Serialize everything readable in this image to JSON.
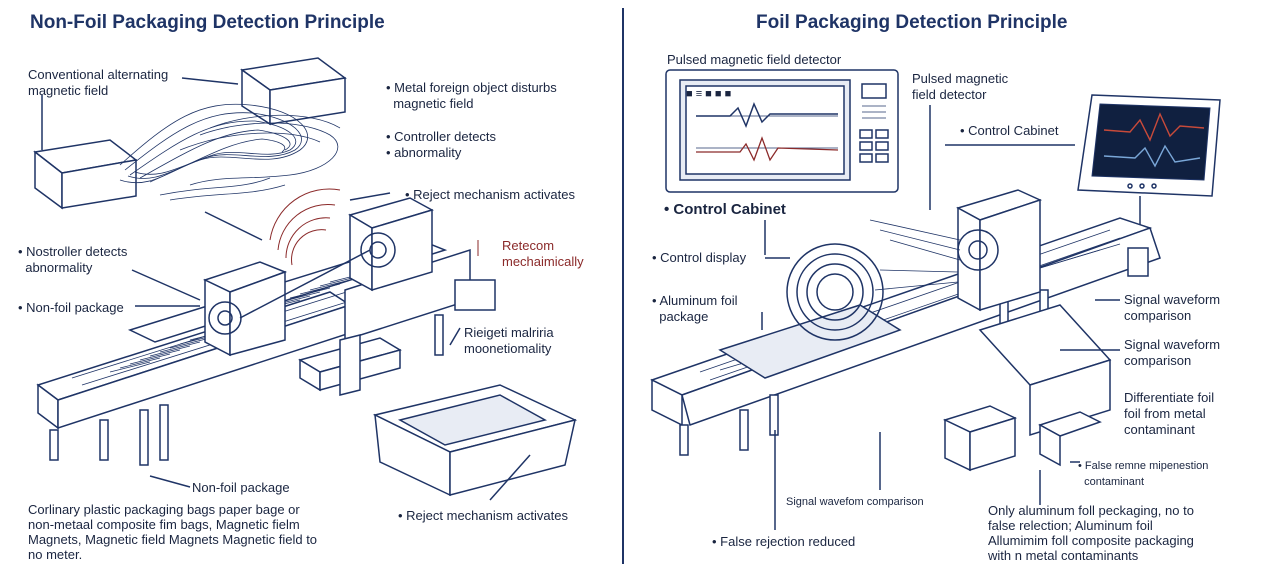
{
  "left": {
    "title": "Non-Foil Packaging Detection Principle",
    "labels": {
      "conventional": "Conventional alternating\nmagnetic field",
      "metal_disturbs": "• Metal foreign object disturbs\n  magnetic field",
      "controller": "• Controller detects\n• abnormality",
      "reject_top": "• Reject mechanism activates",
      "retecom": "Retecom\nmechaimically",
      "nostroller": "• Nostroller detects\n  abnormality",
      "nonfoil_pkg": "• Non-foil package",
      "rieigeti": "Rieigeti malriria\nmoonetiomality",
      "nonfoil_bottom": "Non-foil package",
      "description": "Corlinary plastic packaging bags paper bage or\nnon-metaal composite fim bags, Magnetic fielm\nMagnets, Magnetic field Magnets Magnetic field to\nno meter.",
      "reject_bottom": "• Reject mechanism activates"
    }
  },
  "right": {
    "title": "Foil Packaging Detection Principle",
    "labels": {
      "pulsed_top": "Pulsed magnetic field detector",
      "pulsed_side": "Pulsed magnetic\nfield detector",
      "control_cabinet_small": "• Control Cabinet",
      "control_cabinet_big": "• Control Cabinet",
      "control_display": "• Control display",
      "aluminum": "• Aluminum foil\n  package",
      "signal1": "Signal waveform\ncomparison",
      "signal2": "Signal waveform\ncomparison",
      "differentiate": "Differentiate foil\nfoil from metal\ncontaminant",
      "false_remne": "• False remne mipenestion\n  contaminant",
      "signal_small": "Signal wavefom comparison",
      "only_aluminum": "Only aluminum foll peckaging, no to\nfalse relection; Aluminum foil\nAllumimim foll composite packaging\nwith n metal contaminants",
      "false_reduced": "• False rejection reduced",
      "screen_label": "■ ≡ ■ ■ ■"
    }
  }
}
